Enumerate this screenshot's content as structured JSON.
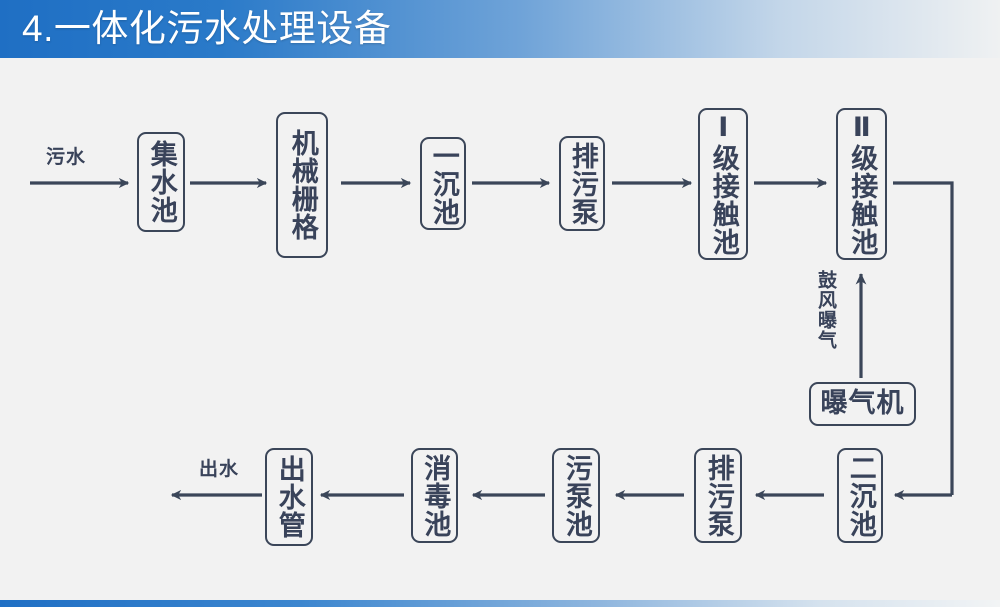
{
  "header": {
    "title": "4.一体化污水处理设备",
    "bar_color_left": "#1f6fc4",
    "bar_color_right": "#eff1f2"
  },
  "footer": {
    "bar_color_left": "#1f6fc4",
    "bar_color_right": "#f2f4f5"
  },
  "theme": {
    "background": "#f2f2f2",
    "stroke": "#3b4659",
    "text": "#39435a"
  },
  "diagram": {
    "type": "process-flowchart",
    "title": "一体化污水处理设备",
    "inlet_label": "污水",
    "outlet_label": "出水",
    "aeration_label": "鼓风曝气",
    "nodes": [
      {
        "id": "n1",
        "label": "集水池",
        "row": "top",
        "orientation": "vertical"
      },
      {
        "id": "n2",
        "label": "机械栅格",
        "row": "top",
        "orientation": "vertical"
      },
      {
        "id": "n3",
        "label": "一沉池",
        "row": "top",
        "orientation": "vertical"
      },
      {
        "id": "n4",
        "label": "排污泵",
        "row": "top",
        "orientation": "vertical"
      },
      {
        "id": "n5",
        "label": "Ⅰ级接触池",
        "row": "top",
        "orientation": "vertical"
      },
      {
        "id": "n6",
        "label": "Ⅱ级接触池",
        "row": "top",
        "orientation": "vertical"
      },
      {
        "id": "n7",
        "label": "曝气机",
        "row": "middle",
        "orientation": "horizontal"
      },
      {
        "id": "n8",
        "label": "二沉池",
        "row": "bottom",
        "orientation": "vertical"
      },
      {
        "id": "n9",
        "label": "排污泵",
        "row": "bottom",
        "orientation": "vertical"
      },
      {
        "id": "n10",
        "label": "污泵池",
        "row": "bottom",
        "orientation": "vertical"
      },
      {
        "id": "n11",
        "label": "消毒池",
        "row": "bottom",
        "orientation": "vertical"
      },
      {
        "id": "n12",
        "label": "出水管",
        "row": "bottom",
        "orientation": "vertical"
      }
    ],
    "edges": [
      {
        "from": "inlet",
        "to": "n1",
        "direction": "right"
      },
      {
        "from": "n1",
        "to": "n2",
        "direction": "right"
      },
      {
        "from": "n2",
        "to": "n3",
        "direction": "right"
      },
      {
        "from": "n3",
        "to": "n4",
        "direction": "right"
      },
      {
        "from": "n4",
        "to": "n5",
        "direction": "right"
      },
      {
        "from": "n5",
        "to": "n6",
        "direction": "right"
      },
      {
        "from": "n6",
        "to": "n8",
        "direction": "wrap-right-down-left"
      },
      {
        "from": "n7",
        "to": "n6",
        "direction": "up",
        "label": "鼓风曝气"
      },
      {
        "from": "n8",
        "to": "n9",
        "direction": "left"
      },
      {
        "from": "n9",
        "to": "n10",
        "direction": "left"
      },
      {
        "from": "n10",
        "to": "n11",
        "direction": "left"
      },
      {
        "from": "n11",
        "to": "n12",
        "direction": "left"
      },
      {
        "from": "n12",
        "to": "outlet",
        "direction": "left"
      }
    ]
  }
}
